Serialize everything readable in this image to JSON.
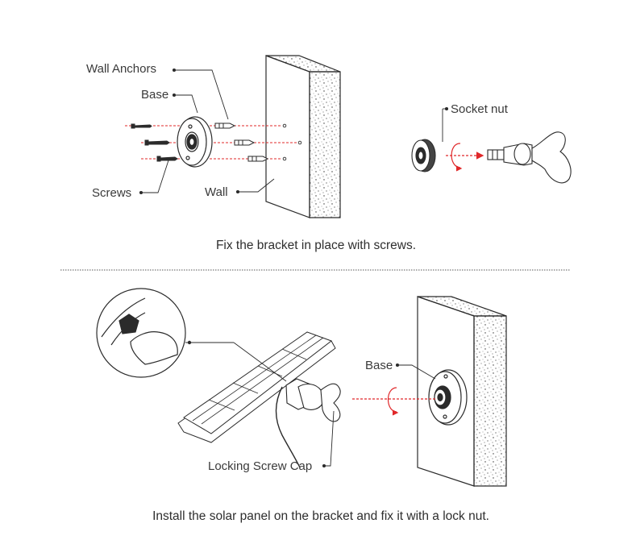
{
  "labels": {
    "wall_anchors": "Wall  Anchors",
    "base_top": "Base",
    "screws": "Screws",
    "wall": "Wall",
    "socket_nut": "Socket nut",
    "base_bottom": "Base",
    "locking_screw_cap": "Locking Screw Cap"
  },
  "captions": {
    "step1": "Fix the bracket in place with screws.",
    "step2": "Install the solar panel on the bracket and fix it with a lock nut."
  },
  "colors": {
    "line": "#2b2b2b",
    "guide": "#e0282a",
    "divider": "#555555"
  },
  "icons": [
    "screw-icon",
    "wall-anchor-icon",
    "base-icon",
    "wall-block-icon",
    "socket-nut-icon",
    "rotate-arrow-icon",
    "bracket-icon",
    "solar-panel-icon",
    "magnifier-detail-icon"
  ]
}
